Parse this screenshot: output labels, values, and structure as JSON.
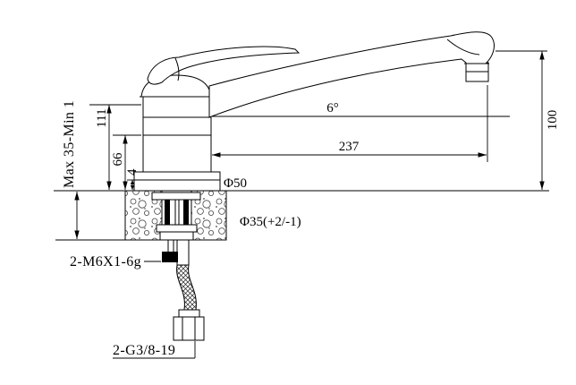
{
  "drawing": {
    "type": "technical-drawing",
    "subject": "single-handle sink faucet, side elevation with mounting section",
    "colors": {
      "line": "#000000",
      "background": "#ffffff"
    },
    "labels": {
      "clamp_thickness": "Max 35-Min 1",
      "overall_height": "111",
      "body_height": "66",
      "flange_height": "4",
      "spout_angle": "6°",
      "spout_reach": "237",
      "outlet_height": "100",
      "base_diameter": "Φ50",
      "hole_diameter": "Φ35(+2/-1)",
      "fixing_thread": "2-M6X1-6g",
      "inlet_thread": "2-G3/8-19"
    }
  }
}
